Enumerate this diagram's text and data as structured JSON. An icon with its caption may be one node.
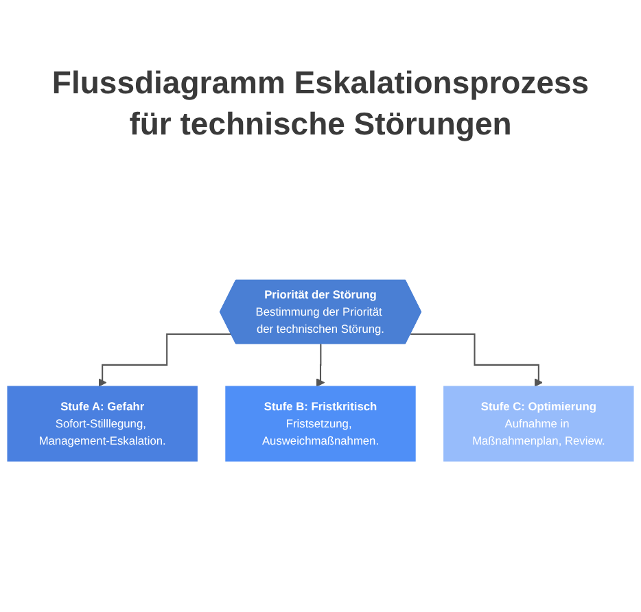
{
  "diagram": {
    "title": "Flussdiagramm Eskalationsprozess für technische Störungen",
    "nodes": [
      {
        "text": [
          "Priorität der Störung",
          "Bestimmung der Priorität der technischen Störung."
        ]
      },
      {
        "text": [
          "Stufe A: Gefahr",
          "Sofort-Stilllegung, Management-Eskalation."
        ]
      },
      {
        "text": [
          "Stufe B: Fristkritisch",
          "Fristsetzung, Ausweichmaßnahmen."
        ]
      },
      {
        "text": [
          "Stufe C: Optimierung",
          "Aufnahme in Maßnahmenplan, Review."
        ]
      }
    ],
    "edges": [
      {
        "from": 0,
        "to": 1,
        "arrow": "to"
      },
      {
        "from": 0,
        "to": 2,
        "arrow": "to"
      },
      {
        "from": 0,
        "to": 3,
        "arrow": "to"
      }
    ]
  }
}
